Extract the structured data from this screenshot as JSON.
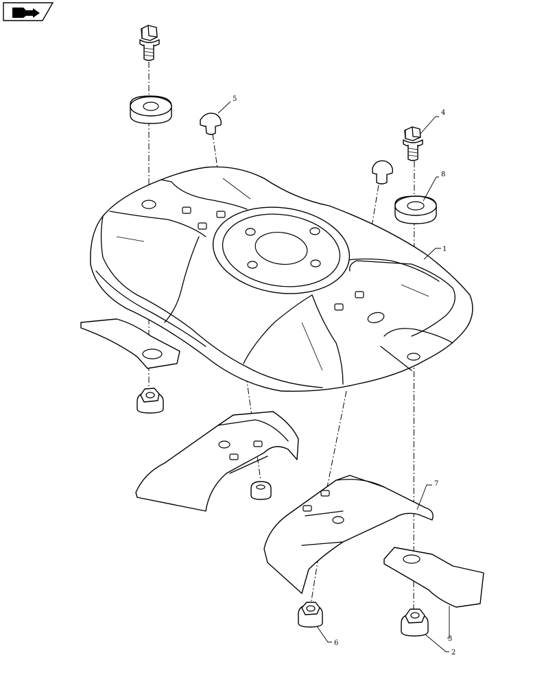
{
  "diagram": {
    "callouts": [
      {
        "id": "callout-1",
        "label": "1"
      },
      {
        "id": "callout-2",
        "label": "2"
      },
      {
        "id": "callout-3",
        "label": "3"
      },
      {
        "id": "callout-4",
        "label": "4"
      },
      {
        "id": "callout-5",
        "label": "5"
      },
      {
        "id": "callout-6",
        "label": "6"
      },
      {
        "id": "callout-7",
        "label": "7"
      },
      {
        "id": "callout-8",
        "label": "8"
      }
    ]
  },
  "icons": {
    "nav": "back-arrow-icon"
  }
}
